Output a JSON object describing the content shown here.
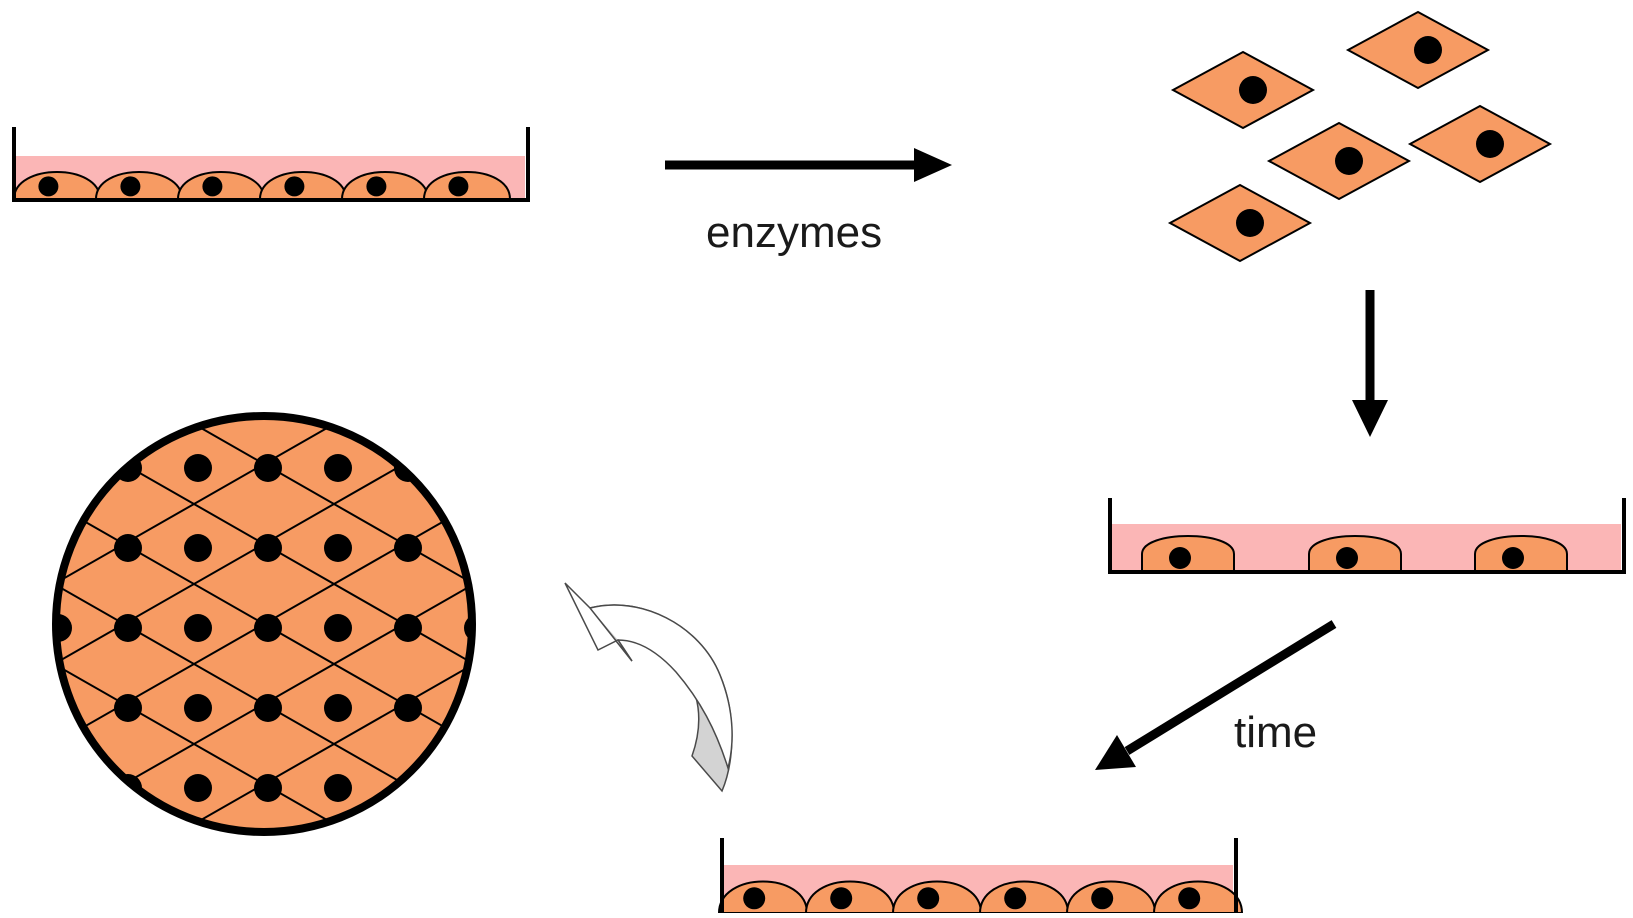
{
  "labels": {
    "enzymes": "enzymes",
    "time": "time"
  },
  "colors": {
    "cell_fill": "#f79b63",
    "medium_fill": "#fbb6b6",
    "outline": "#000000",
    "curved_arrow_fill": "#d3d3d3",
    "background": "#ffffff"
  },
  "icons": {
    "dish_confluent": "petri-dish-confluent-monolayer",
    "detached_cells": "detached-diamond-cells",
    "dish_sparse": "petri-dish-sparse-cells",
    "dish_regrown": "petri-dish-regrown-monolayer",
    "magnified_view": "magnified-cell-sheet-circle",
    "curved_arrow": "curved-return-arrow"
  },
  "diagram": {
    "confluent_cell_count": 6,
    "detached_cell_count": 5,
    "sparse_cell_count": 3,
    "regrown_cell_count": 6
  }
}
